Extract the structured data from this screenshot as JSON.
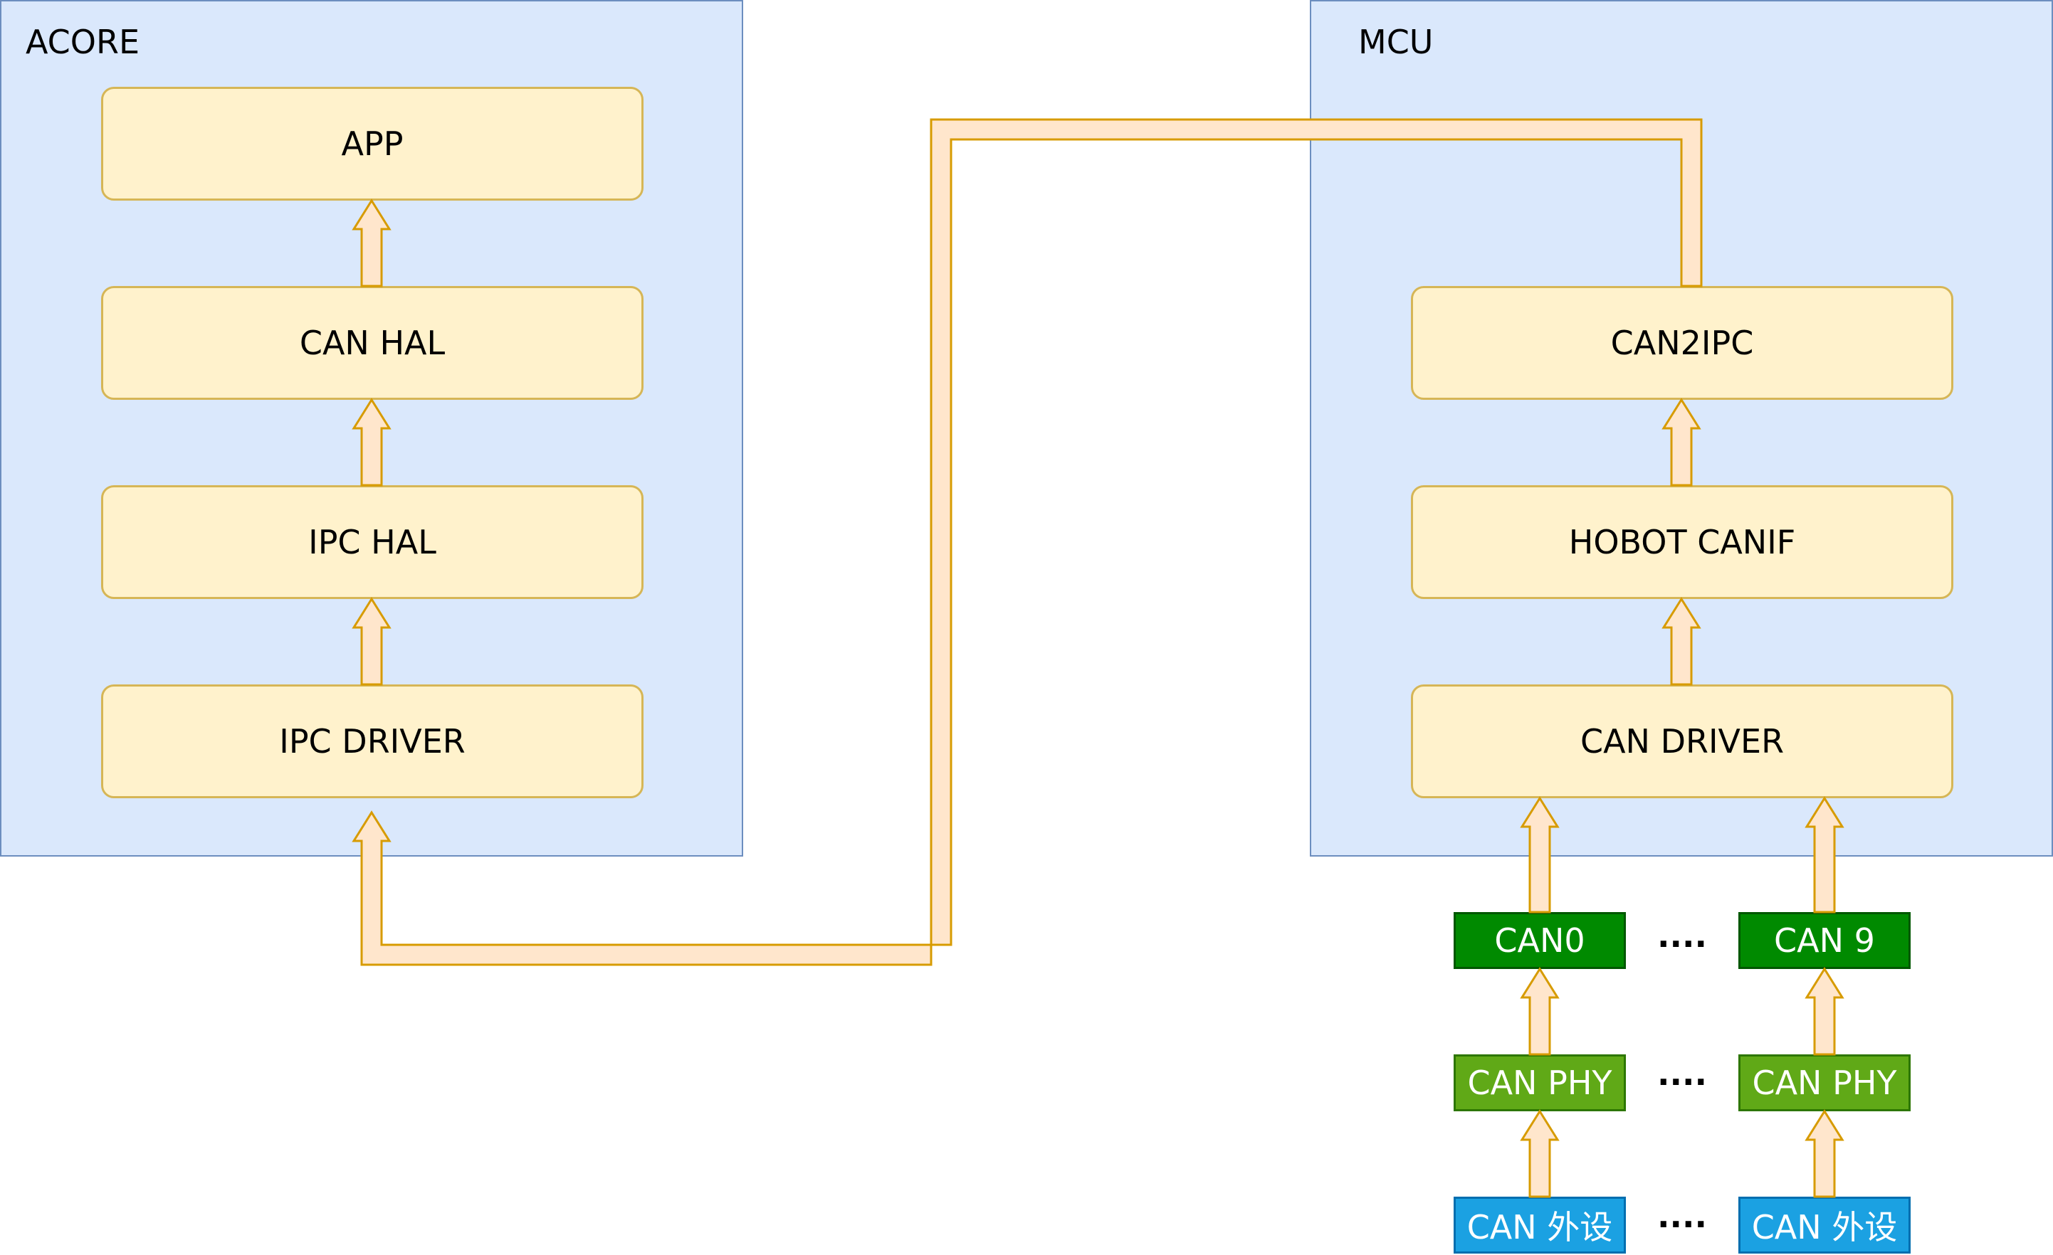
{
  "acore": {
    "title": "ACORE",
    "layers": [
      "APP",
      "CAN HAL",
      "IPC HAL",
      "IPC DRIVER"
    ]
  },
  "mcu": {
    "title": "MCU",
    "layers": [
      "CAN2IPC",
      "HOBOT CANIF",
      "CAN DRIVER"
    ]
  },
  "hardware": {
    "can": [
      "CAN0",
      "CAN 9"
    ],
    "phy": [
      "CAN PHY",
      "CAN PHY"
    ],
    "device": [
      "CAN 外设",
      "CAN 外设"
    ],
    "ellipsis": "...."
  },
  "colors": {
    "container_fill": "#dae8fc",
    "container_border": "#6c8ebf",
    "layer_fill": "#fff2cc",
    "layer_border": "#d6b656",
    "arrow_fill": "#ffe6cc",
    "arrow_border": "#d79b00",
    "can_fill": "#008a00",
    "phy_fill": "#60a917",
    "device_fill": "#1ba1e2"
  }
}
